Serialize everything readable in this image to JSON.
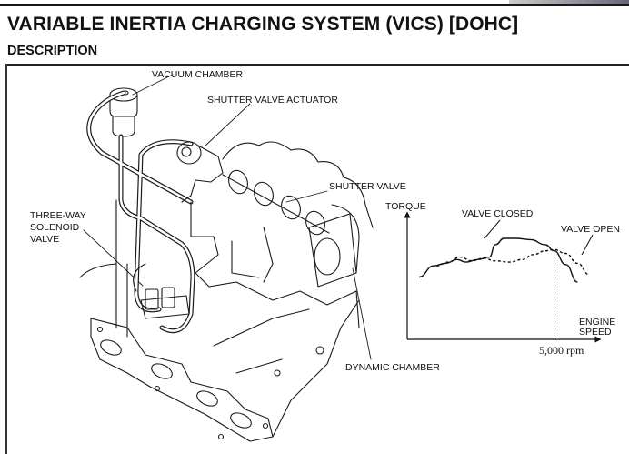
{
  "header": {
    "title": "VARIABLE INERTIA CHARGING SYSTEM (VICS) [DOHC]",
    "section": "DESCRIPTION"
  },
  "diagram": {
    "labels": {
      "vacuum_chamber": "VACUUM CHAMBER",
      "shutter_valve_actuator": "SHUTTER VALVE ACTUATOR",
      "shutter_valve": "SHUTTER VALVE",
      "three_way_line1": "THREE-WAY",
      "three_way_line2": "SOLENOID",
      "three_way_line3": "VALVE",
      "dynamic_chamber": "DYNAMIC CHAMBER"
    }
  },
  "chart_data": {
    "type": "line",
    "title": "",
    "ylabel": "TORQUE",
    "xlabel_line1": "ENGINE",
    "xlabel_line2": "SPEED",
    "x_marker_label": "5,000 rpm",
    "x_marker_value": 5000,
    "xlim": [
      0,
      6500
    ],
    "ylim": [
      0,
      10
    ],
    "grid": false,
    "series": [
      {
        "name": "VALVE CLOSED",
        "style": "solid",
        "x": [
          400,
          900,
          1300,
          1700,
          2000,
          2400,
          2800,
          3000,
          3300,
          3700,
          4200,
          4700,
          5000,
          5400,
          5800
        ],
        "y": [
          5.0,
          5.9,
          6.1,
          6.4,
          6.2,
          6.4,
          6.6,
          7.6,
          8.1,
          8.1,
          8.0,
          7.6,
          7.1,
          6.0,
          4.6
        ]
      },
      {
        "name": "VALVE OPEN",
        "style": "dashed",
        "x": [
          1000,
          1400,
          1800,
          2200,
          2600,
          3000,
          3500,
          3900,
          4300,
          4700,
          5000,
          5400,
          5800,
          6200
        ],
        "y": [
          5.9,
          6.2,
          6.6,
          6.3,
          6.5,
          6.3,
          6.2,
          6.4,
          6.8,
          7.1,
          7.2,
          6.9,
          6.1,
          5.2
        ]
      }
    ]
  }
}
